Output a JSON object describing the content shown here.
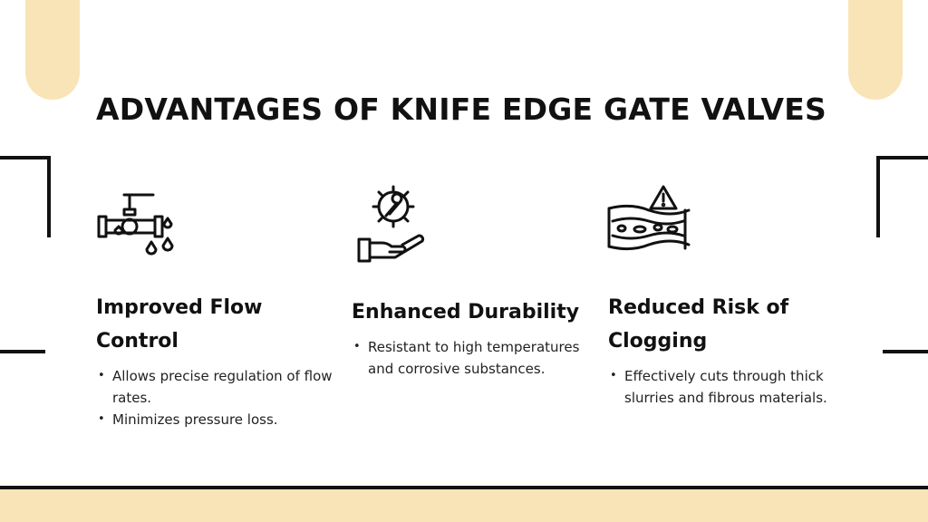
{
  "title": "ADVANTAGES OF KNIFE EDGE GATE VALVES",
  "colors": {
    "accent": "#f9e4b7",
    "ink": "#111111"
  },
  "columns": [
    {
      "icon": "valve-dripping-icon",
      "heading": "Improved Flow Control",
      "bullets": [
        "Allows precise regulation of flow rates.",
        "Minimizes pressure loss."
      ]
    },
    {
      "icon": "hand-gear-wrench-icon",
      "heading": "Enhanced Durability",
      "bullets": [
        "Resistant to high temperatures and corrosive substances."
      ]
    },
    {
      "icon": "clogged-pipe-warning-icon",
      "heading": "Reduced Risk of Clogging",
      "bullets": [
        "Effectively cuts through thick slurries and fibrous materials."
      ]
    }
  ]
}
